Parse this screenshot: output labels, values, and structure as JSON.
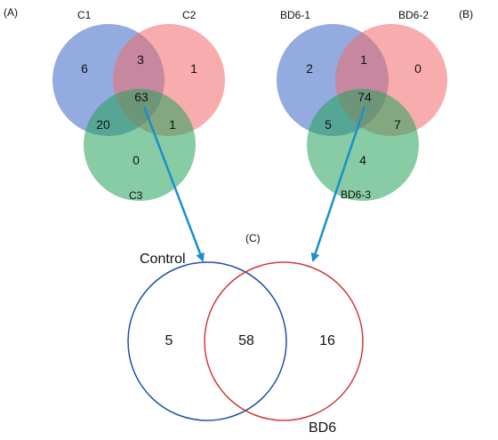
{
  "panel_a": {
    "tag": "(A)",
    "sets": [
      "C1",
      "C2",
      "C3"
    ],
    "counts": {
      "c1_only": "6",
      "c2_only": "1",
      "c3_only": "0",
      "c1_c2": "3",
      "c1_c3": "20",
      "c2_c3": "1",
      "all": "63"
    }
  },
  "panel_b": {
    "tag": "(B)",
    "sets": [
      "BD6-1",
      "BD6-2",
      "BD6-3"
    ],
    "counts": {
      "b1_only": "2",
      "b2_only": "0",
      "b3_only": "4",
      "b1_b2": "1",
      "b1_b3": "5",
      "b2_b3": "7",
      "all": "74"
    }
  },
  "panel_c": {
    "tag": "(C)",
    "sets": [
      "Control",
      "BD6"
    ],
    "counts": {
      "control_only": "5",
      "both": "58",
      "bd6_only": "16"
    }
  },
  "colors": {
    "circle_1": "#3a66c4",
    "circle_2": "#f06a6a",
    "circle_3": "#24a35a",
    "arrow": "#1a8fcf",
    "control_outline": "#1f4fa8",
    "bd6_outline": "#d23a3a"
  }
}
